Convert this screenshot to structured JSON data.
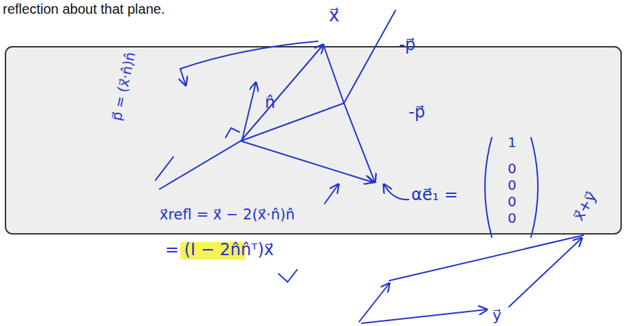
{
  "diagram": {
    "labels": [
      "reflection about that plane.",
      "x⃗",
      "-p⃗",
      "-p⃗",
      "p⃗ = (x⃗·n̂)n̂",
      "n̂",
      "x⃗refl = x⃗ − 2(x⃗·n̂)n̂",
      "αe⃗₁ =",
      "1",
      "0",
      "0",
      "0",
      "0",
      "= (I − 2n̂n̂ᵀ)x⃗",
      "x⃗+y⃗",
      "y⃗"
    ]
  }
}
